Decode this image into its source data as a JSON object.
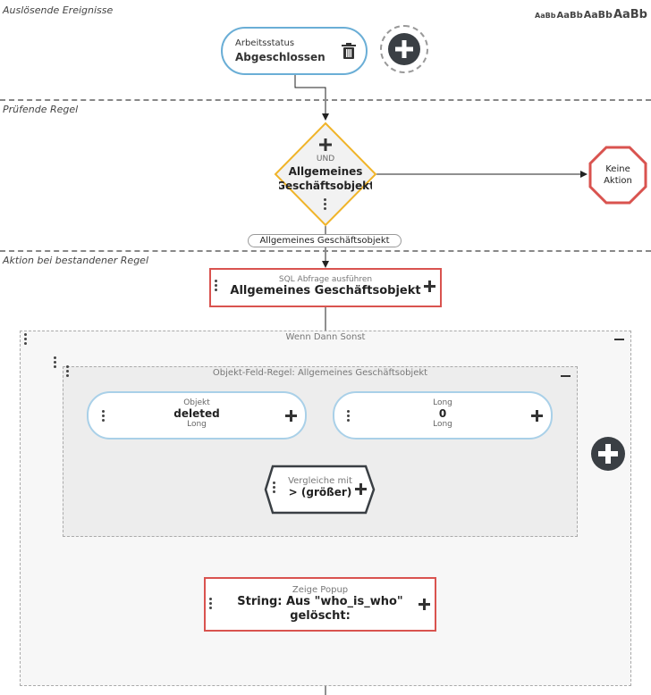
{
  "sections": {
    "trigger_label": "Auslösende Ereignisse",
    "check_label": "Prüfende Regel",
    "action_label": "Aktion bei bestandener Regel"
  },
  "font_sizes": [
    "AaBb",
    "AaBb",
    "AaBb",
    "AaBb"
  ],
  "trigger": {
    "title": "Arbeitsstatus",
    "value": "Abgeschlossen"
  },
  "rule": {
    "operator": "UND",
    "line1": "Allgemeines",
    "line2": "Geschäftsobjekt",
    "no_action_line1": "Keine",
    "no_action_line2": "Aktion",
    "pill": "Allgemeines Geschäftsobjekt"
  },
  "sql_action": {
    "title": "SQL Abfrage ausführen",
    "value": "Allgemeines Geschäftsobjekt"
  },
  "if_then_else": {
    "title": "Wenn Dann Sonst"
  },
  "field_rule": {
    "title": "Objekt-Feld-Regel: Allgemeines Geschäftsobjekt",
    "left": {
      "top": "Objekt",
      "value": "deleted",
      "type": "Long"
    },
    "right": {
      "top": "Long",
      "value": "0",
      "type": "Long"
    }
  },
  "compare": {
    "title": "Vergleiche mit",
    "value": "> (größer)"
  },
  "popup": {
    "title": "Zeige Popup",
    "line1": "String: Aus \"who_is_who\"",
    "line2": "gelöscht:"
  },
  "colors": {
    "trigger_border": "#6aaed6",
    "rule_border": "#f0b429",
    "stop_border": "#d9534f",
    "action_border": "#d9534f",
    "field_border": "#a9d0e8",
    "compare_border": "#3a3f44"
  }
}
